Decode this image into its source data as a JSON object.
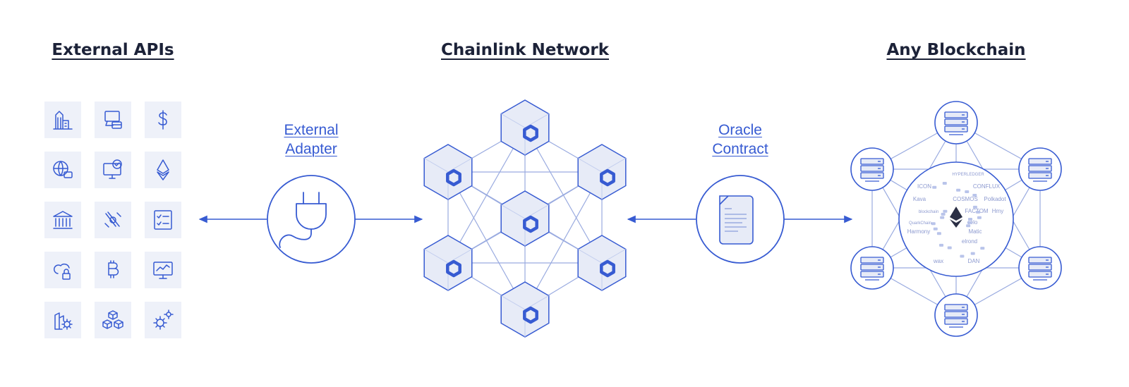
{
  "headings": {
    "external_apis": "External APIs",
    "chainlink_network": "Chainlink Network",
    "any_blockchain": "Any Blockchain"
  },
  "labels": {
    "external_adapter_line1": "External",
    "external_adapter_line2": "Adapter",
    "oracle_contract_line1": "Oracle",
    "oracle_contract_line2": "Contract"
  },
  "api_icons": [
    "buildings-icon",
    "card-terminal-icon",
    "dollar-icon",
    "globe-wallet-icon",
    "monitor-check-icon",
    "ethereum-icon",
    "bank-icon",
    "hand-coin-icon",
    "checklist-icon",
    "cloud-lock-icon",
    "bitcoin-icon",
    "chart-monitor-icon",
    "factory-gear-icon",
    "cubes-icon",
    "gears-icon"
  ],
  "blockchain_logos": [
    "HYPERLEDGER",
    "ICON",
    "CONFLUX",
    "Kava",
    "COSMOS",
    "Polkadot",
    "FACTOM",
    "Hmy",
    "blockchain",
    "QuarkChain",
    "celo",
    "Harmony",
    "Matic",
    "elrond",
    "DAN",
    "wax"
  ],
  "colors": {
    "accent": "#375bd2",
    "heading": "#1c2238",
    "node_fill": "#e7ebf7",
    "tile_bg": "#eef1f9"
  }
}
